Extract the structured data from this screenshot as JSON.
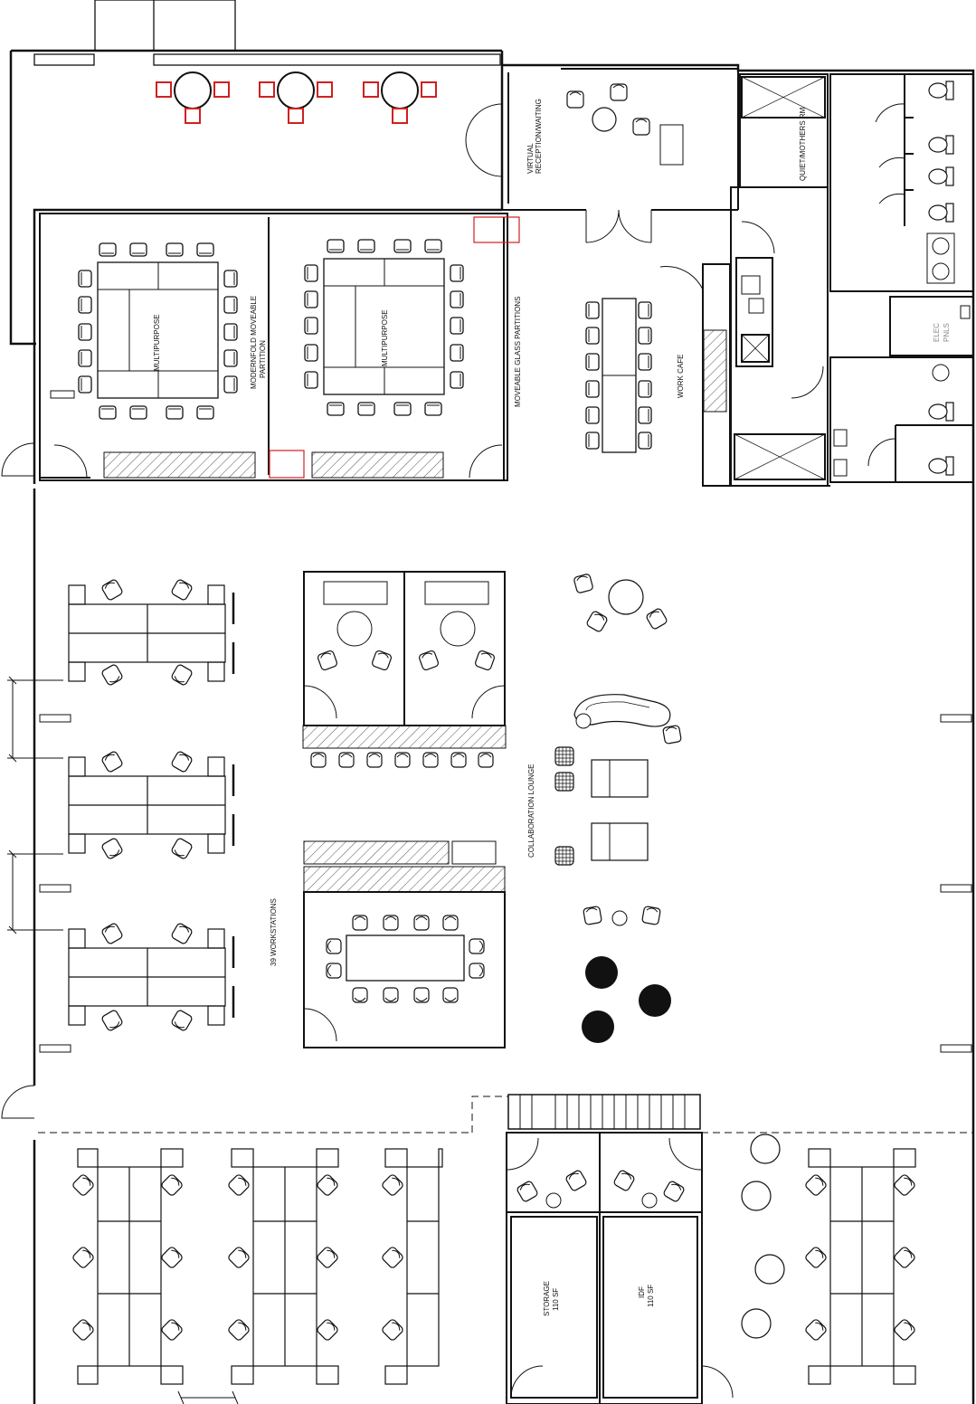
{
  "rooms": {
    "virtual_reception": [
      "VIRTUAL",
      "RECEPTION/WAITING"
    ],
    "quiet_room": "QUIET/MOTHERS RM",
    "elec": [
      "ELEC",
      "PNLS"
    ],
    "multipurpose_1": "MULTIPURPOSE",
    "multipurpose_2": "MULTIPURPOSE",
    "modernfold": [
      "MODERNFOLD MOVEABLE",
      "PARTITION"
    ],
    "glass_partitions": "MOVEABLE GLASS PARTITIONS",
    "work_cafe": "WORK CAFE",
    "collab_lounge": "COLLABORATION LOUNGE",
    "workstations": "39 WORKSTATIONS",
    "storage": [
      "STORAGE",
      "110 SF"
    ],
    "idf": [
      "IDF",
      "110 SF"
    ]
  },
  "colors": {
    "wall": "#111111",
    "hatch": "#555555",
    "highlight": "#d02020"
  }
}
